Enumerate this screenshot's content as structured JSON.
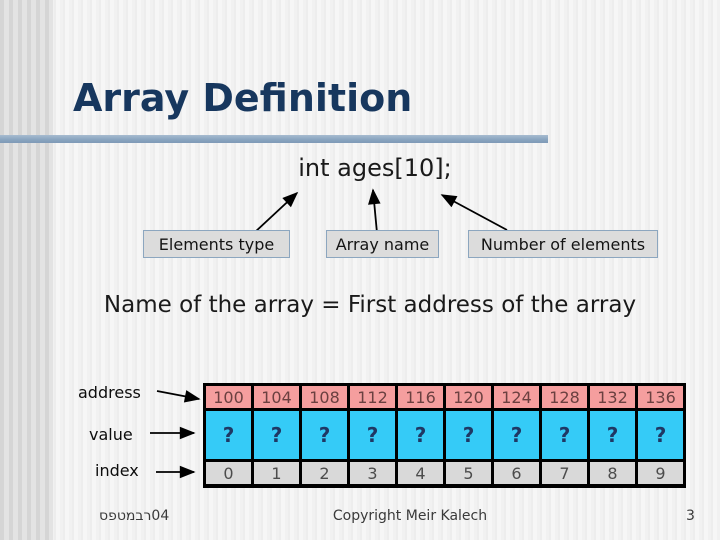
{
  "slide": {
    "title": "Array Definition",
    "declaration": "int ages[10];",
    "callouts": {
      "elements_type": "Elements type",
      "array_name": "Array name",
      "number_of_elements": "Number of elements"
    },
    "equality": "Name of the array = First address of the array",
    "memory_table": {
      "row_labels": {
        "address": "address",
        "value": "value",
        "index": "index"
      },
      "address": [
        "100",
        "104",
        "108",
        "112",
        "116",
        "120",
        "124",
        "128",
        "132",
        "136"
      ],
      "value": [
        "?",
        "?",
        "?",
        "?",
        "?",
        "?",
        "?",
        "?",
        "?",
        "?"
      ],
      "index": [
        "0",
        "1",
        "2",
        "3",
        "4",
        "5",
        "6",
        "7",
        "8",
        "9"
      ]
    },
    "footer": {
      "date": "ספטמבר04",
      "copyright": "Copyright Meir Kalech",
      "page_number": "3"
    },
    "colors": {
      "title_text": "#17375e",
      "accent_bar": "#8aa5c0",
      "address_cell": "#f59e9e",
      "address_text": "#6b4040",
      "value_cell": "#35cbf7",
      "value_text": "#1f3864",
      "index_cell": "#d9d9d9",
      "callout_fill": "#dcdcdc",
      "callout_border": "#8ca6bf",
      "table_border": "#000000"
    }
  }
}
